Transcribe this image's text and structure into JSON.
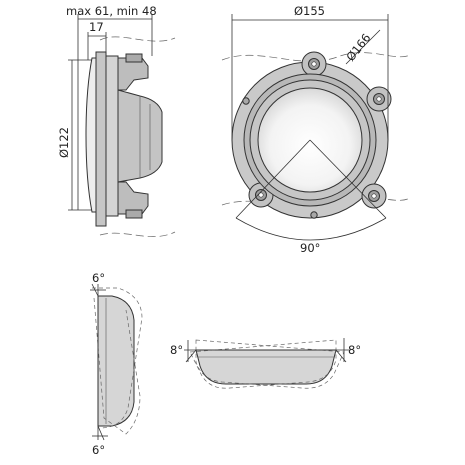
{
  "side_view": {
    "label_depth": "max 61, min 48",
    "label_flange": "17",
    "label_diameter": "Ø122"
  },
  "front_view": {
    "label_outer": "Ø155",
    "label_bolt_circle": "Ø166",
    "label_angle": "90°"
  },
  "tilt_vertical": {
    "label_top": "6°",
    "label_bottom": "6°"
  },
  "tilt_horizontal": {
    "label_left": "8°",
    "label_right": "8°"
  },
  "colors": {
    "housing": "#c9c9c9",
    "housing_dark": "#b3b3b3",
    "lens": "#f2f2f2",
    "line": "#333333"
  }
}
